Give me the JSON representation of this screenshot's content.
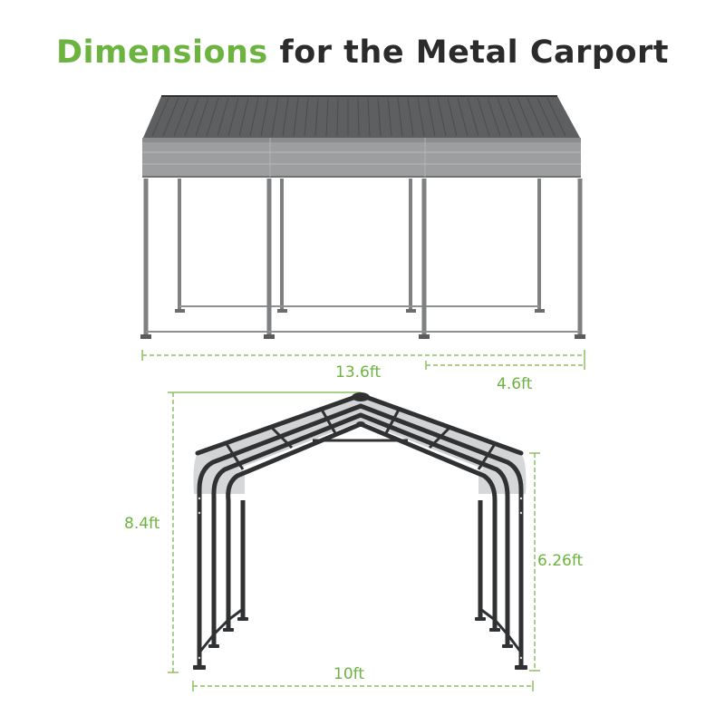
{
  "title": {
    "accent": "Dimensions",
    "rest": " for the Metal Carport"
  },
  "colors": {
    "accent": "#6db33f",
    "text": "#2b2b2b",
    "roof": "#5a5c5e",
    "frame": "#2f3133",
    "side_frame": "#7a7c7e"
  },
  "side_view": {
    "total_length": "13.6ft",
    "bay_length": "4.6ft"
  },
  "front_view": {
    "total_height": "8.4ft",
    "side_height": "6.26ft",
    "width": "10ft"
  }
}
